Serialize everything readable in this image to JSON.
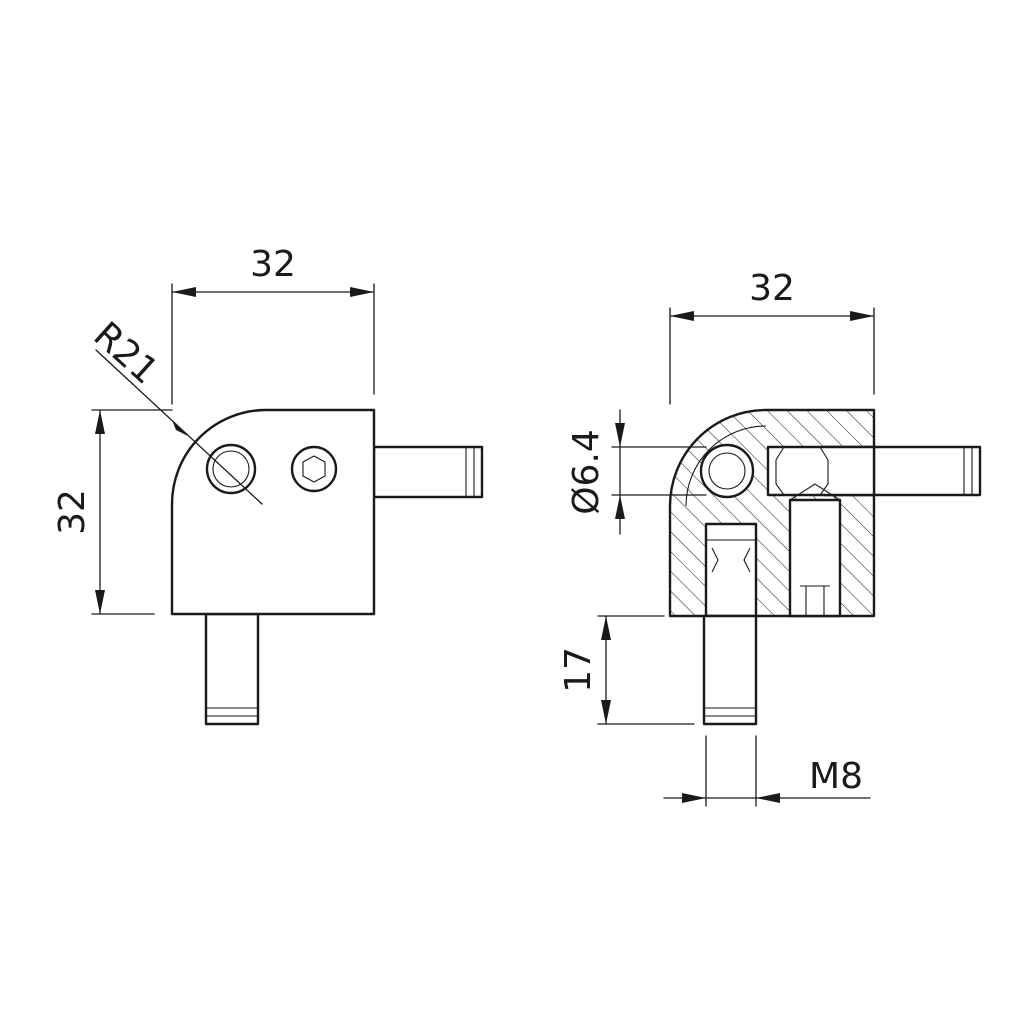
{
  "views": {
    "front": {
      "dim_width": "32",
      "dim_height": "32",
      "dim_radius": "R21"
    },
    "section": {
      "dim_width": "32",
      "dim_hole": "Ø6.4",
      "dim_pin_length": "17",
      "dim_thread": "M8"
    }
  },
  "colors": {
    "line": "#1a1a1a",
    "background": "#ffffff"
  }
}
